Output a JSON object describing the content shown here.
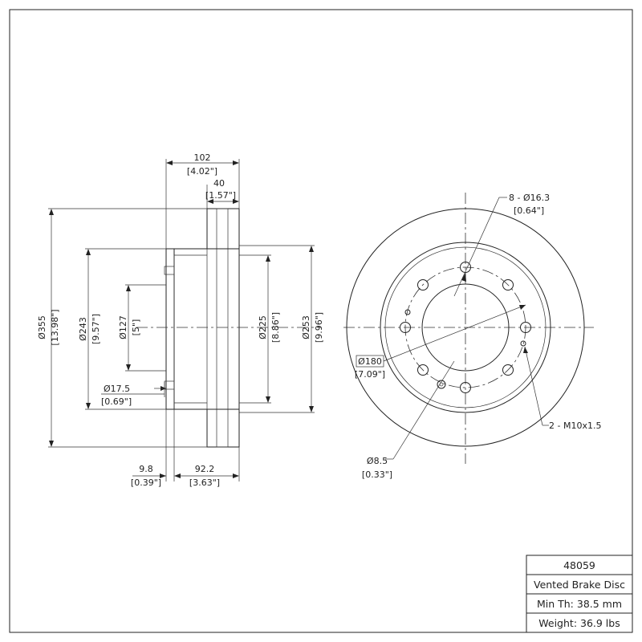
{
  "title_block": {
    "part_number": "48059",
    "description": "Vented Brake Disc",
    "min_thickness": "Min Th: 38.5 mm",
    "weight": "Weight: 36.9 lbs"
  },
  "side_view": {
    "overall_height": {
      "mm": "Ø355",
      "in": "[13.98\"]"
    },
    "inner_dia_243": {
      "mm": "Ø243",
      "in": "[9.57\"]"
    },
    "hub_bore": {
      "mm": "Ø127",
      "in": "[5\"]"
    },
    "hat_dia_225": {
      "mm": "Ø225",
      "in": "[8.86\"]"
    },
    "face_dia_253": {
      "mm": "Ø253",
      "in": "[9.96\"]"
    },
    "small_bore": {
      "mm": "Ø17.5",
      "in": "[0.69\"]"
    },
    "overall_width": {
      "mm": "102",
      "in": "[4.02\"]"
    },
    "rotor_thickness": {
      "mm": "40",
      "in": "[1.57\"]"
    },
    "hat_flange": {
      "mm": "9.8",
      "in": "[0.39\"]"
    },
    "hat_depth": {
      "mm": "92.2",
      "in": "[3.63\"]"
    }
  },
  "front_view": {
    "bolt_holes": {
      "mm": "8 - Ø16.3",
      "in": "[0.64\"]"
    },
    "bolt_circle": {
      "mm": "Ø180",
      "in": "[7.09\"]"
    },
    "threaded_holes": {
      "label": "2 - M10x1.5"
    },
    "pin_hole": {
      "mm": "Ø8.5",
      "in": "[0.33\"]"
    }
  }
}
